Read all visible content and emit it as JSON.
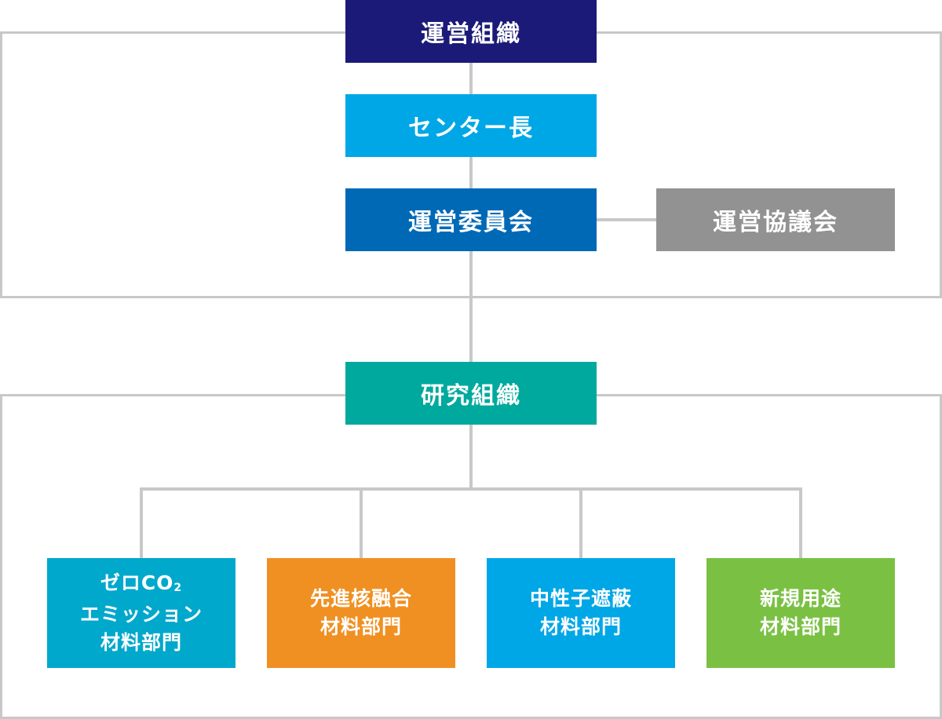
{
  "top": {
    "title": "運営組織",
    "color": "#1b1a78",
    "center_director": {
      "label": "センター長",
      "color": "#00a7e6"
    },
    "steering_committee": {
      "label": "運営委員会",
      "color": "#0069b6"
    },
    "council": {
      "label": "運営協議会",
      "color": "#929292"
    }
  },
  "research": {
    "title": "研究組織",
    "color": "#00a99d",
    "departments": [
      {
        "line1": "ゼロCO",
        "sub": "2",
        "line2": "エミッション",
        "line3": "材料部門",
        "color": "#00a8cc"
      },
      {
        "line1": "先進核融合",
        "line2": "材料部門",
        "color": "#f09022"
      },
      {
        "line1": "中性子遮蔽",
        "line2": "材料部門",
        "color": "#00a7e6"
      },
      {
        "line1": "新規用途",
        "line2": "材料部門",
        "color": "#7ac143"
      }
    ]
  },
  "connector_color": "#c8c8c8"
}
